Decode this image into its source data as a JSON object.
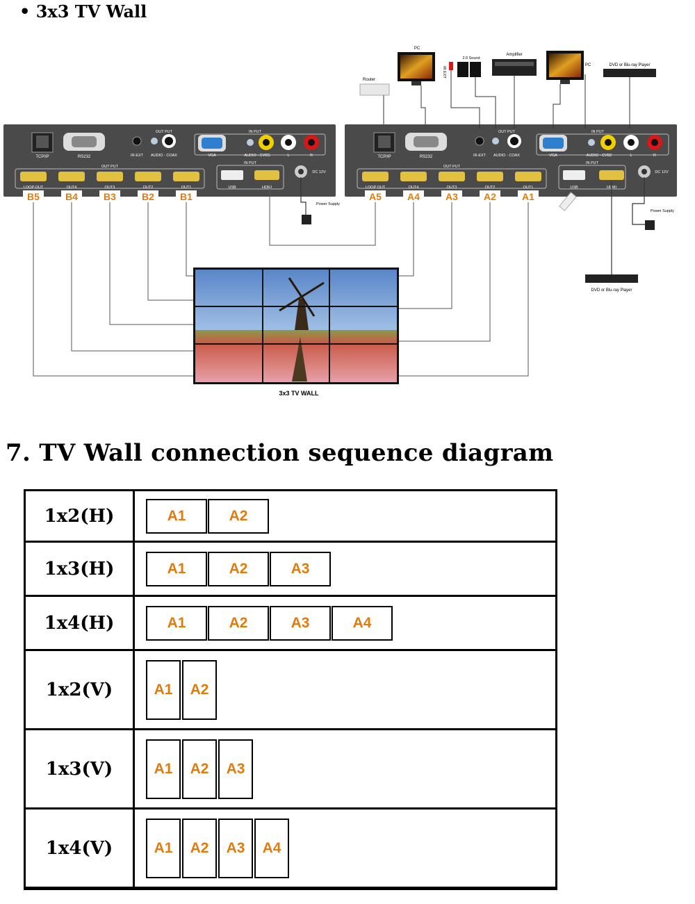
{
  "header": {
    "title": "3x3 TV Wall"
  },
  "diagram": {
    "device_b": {
      "labels": {
        "tcpip": "TCP/IP",
        "rs232": "RS232",
        "ir_ext": "IR-EXT",
        "output": "OUT PUT",
        "audio_coax": "AUDIO - COAX",
        "input": "IN PUT",
        "vga": "VGA",
        "audio_cvbs": "AUDIO - CVBS",
        "l": "L",
        "r": "R",
        "usb": "USB",
        "hdmi": "HDMI",
        "dc": "DC 12V"
      },
      "outputs": [
        "LOOP OUT",
        "OUT4",
        "OUT3",
        "OUT2",
        "OUT1"
      ],
      "ports": [
        "B5",
        "B4",
        "B3",
        "B2",
        "B1"
      ]
    },
    "device_a": {
      "labels": {
        "tcpip": "TCP/IP",
        "rs232": "RS232",
        "ir_ext": "IR-EXT",
        "output": "OUT PUT",
        "audio_coax": "AUDIO - COAX",
        "input": "IN PUT",
        "vga": "VGA",
        "audio_cvbs": "AUDIO - CVB2",
        "l": "L",
        "r": "R",
        "usb": "USB",
        "hdmi": "HDMI",
        "dc": "DC 12V"
      },
      "outputs": [
        "LOOP OUT",
        "OUT4",
        "OUT3",
        "OUT2",
        "OUT1"
      ],
      "ports": [
        "A5",
        "A4",
        "A3",
        "A2",
        "A1"
      ]
    },
    "peripherals": {
      "pc1": "PC",
      "pc2": "PC",
      "sound": "2.0 Sound",
      "ir_ext": "IR EXT",
      "amplifier": "Amplifier",
      "router": "Router",
      "dvd_top": "DVD or Blu-ray Player",
      "dvd_bottom": "DVD or Blu-ray Player",
      "power1": "Power Supply",
      "power2": "Power Supply"
    },
    "tv_wall_label": "3x3 TV  WALL",
    "colors": {
      "device": "#4a4a4a",
      "port_label": "#e07b0c",
      "accent": "#e07b0c"
    }
  },
  "section": {
    "title": "7. TV Wall connection sequence diagram"
  },
  "sequence_table": [
    {
      "layout": "1x2(H)",
      "orientation": "h",
      "cells": [
        "A1",
        "A2"
      ]
    },
    {
      "layout": "1x3(H)",
      "orientation": "h",
      "cells": [
        "A1",
        "A2",
        "A3"
      ]
    },
    {
      "layout": "1x4(H)",
      "orientation": "h",
      "cells": [
        "A1",
        "A2",
        "A3",
        "A4"
      ]
    },
    {
      "layout": "1x2(V)",
      "orientation": "v",
      "cells": [
        "A1",
        "A2"
      ]
    },
    {
      "layout": "1x3(V)",
      "orientation": "v",
      "cells": [
        "A1",
        "A2",
        "A3"
      ]
    },
    {
      "layout": "1x4(V)",
      "orientation": "v",
      "cells": [
        "A1",
        "A2",
        "A3",
        "A4"
      ]
    }
  ]
}
